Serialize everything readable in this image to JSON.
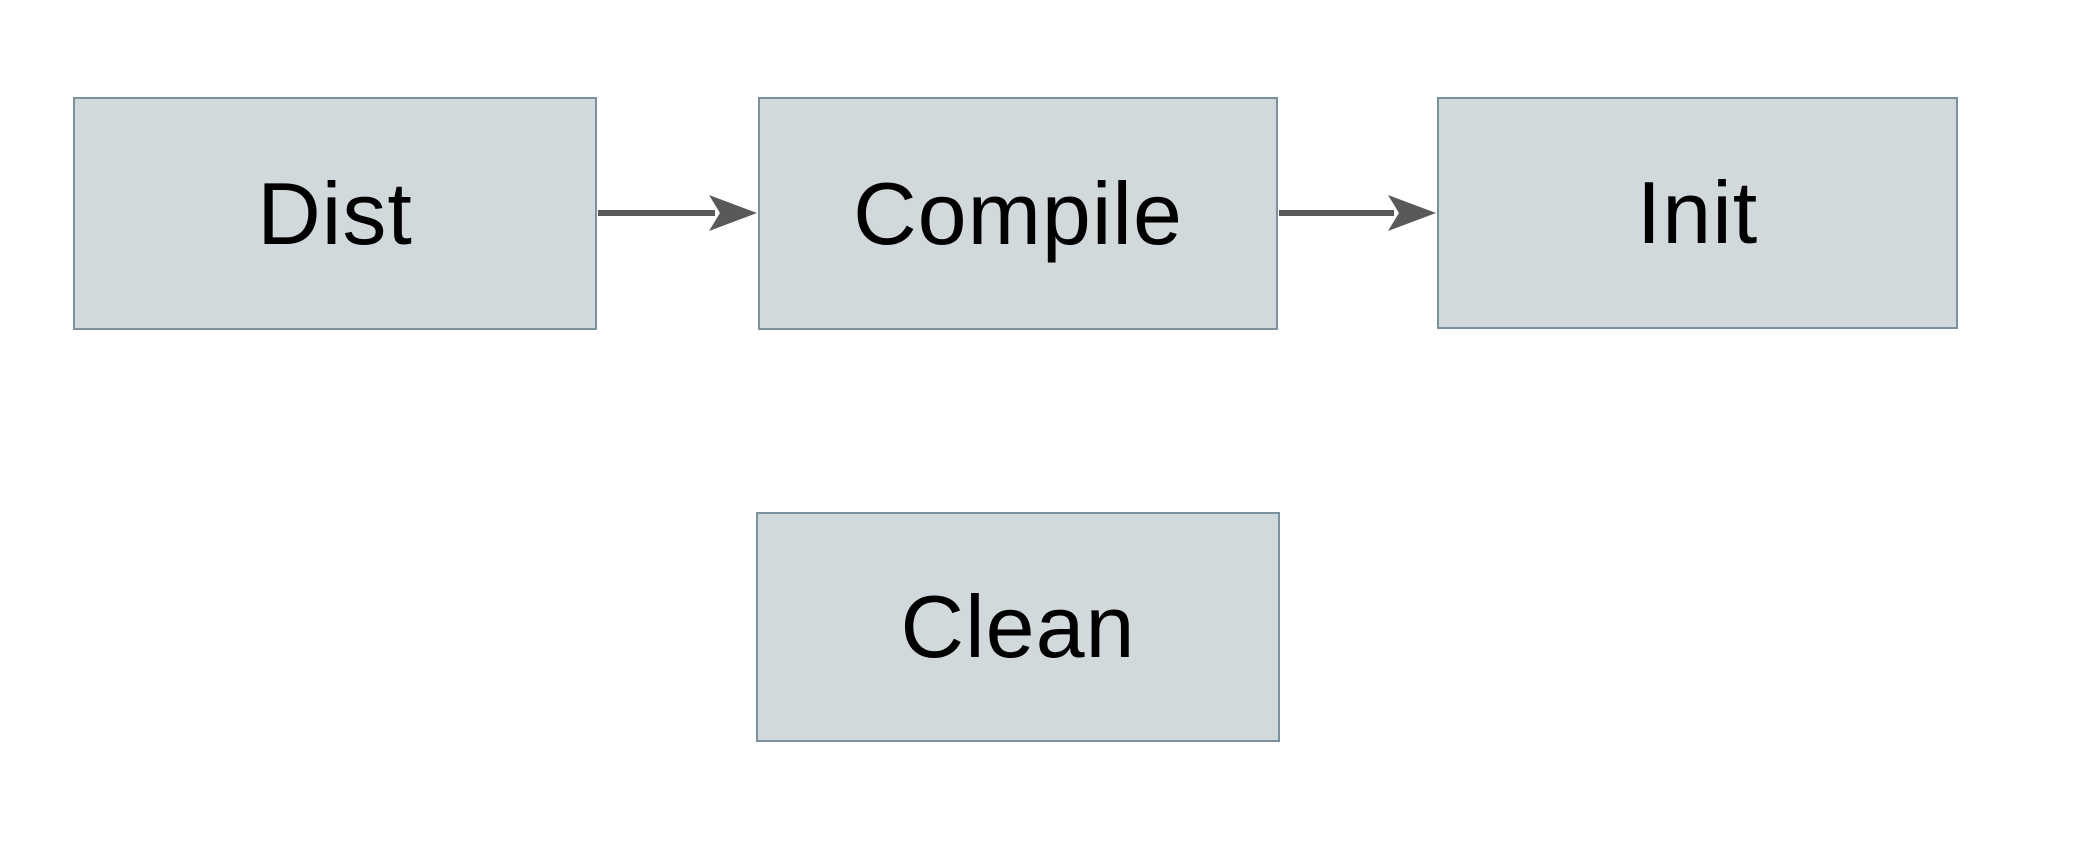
{
  "diagram": {
    "type": "flowchart",
    "colors": {
      "background": "#ffffff",
      "node_fill": "#d2d9dc",
      "node_border": "#7b919e",
      "arrow": "#595959",
      "text_color": "#000000"
    },
    "nodes": [
      {
        "id": "dist",
        "label": "Dist"
      },
      {
        "id": "compile",
        "label": "Compile"
      },
      {
        "id": "init",
        "label": "Init"
      },
      {
        "id": "clean",
        "label": "Clean"
      }
    ],
    "edges": [
      {
        "from": "Dist",
        "to": "Compile"
      },
      {
        "from": "Compile",
        "to": "Init"
      }
    ]
  }
}
